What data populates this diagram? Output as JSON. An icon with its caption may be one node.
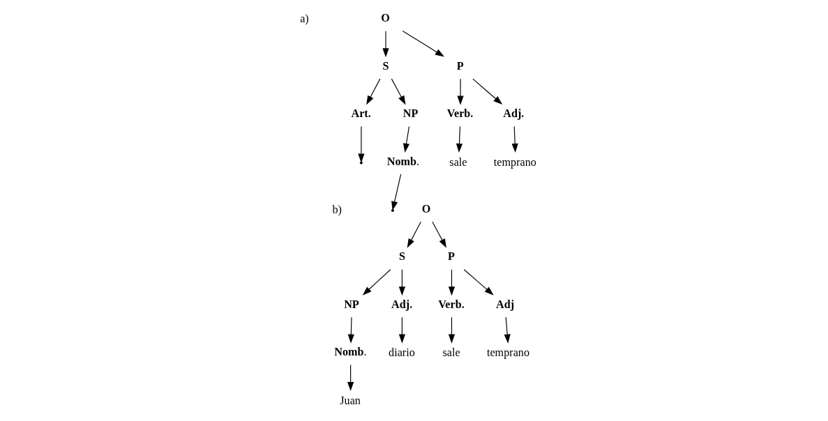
{
  "diagram": {
    "nodes": [
      {
        "text": [
          "O"
        ]
      },
      {
        "text": [
          "S"
        ]
      },
      {
        "text": [
          "P"
        ]
      },
      {
        "text": [
          "Art."
        ]
      },
      {
        "text": [
          "NP"
        ]
      },
      {
        "text": [
          "Verb."
        ]
      },
      {
        "text": [
          "Adj."
        ]
      },
      {
        "text": [],
        "shape": "point"
      },
      {
        "text": [
          "**Nomb**."
        ]
      },
      {
        "text": [
          "sale"
        ]
      },
      {
        "text": [
          "temprano"
        ]
      },
      {
        "text": [],
        "shape": "point"
      },
      {
        "text": [
          "O"
        ]
      },
      {
        "text": [
          "S"
        ]
      },
      {
        "text": [
          "P"
        ]
      },
      {
        "text": [
          "NP"
        ]
      },
      {
        "text": [
          "Adj."
        ]
      },
      {
        "text": [
          "Verb."
        ]
      },
      {
        "text": [
          "Adj"
        ]
      },
      {
        "text": [
          "**Nomb**."
        ]
      },
      {
        "text": [
          "diario"
        ]
      },
      {
        "text": [
          "sale"
        ]
      },
      {
        "text": [
          "temprano"
        ]
      },
      {
        "text": [
          "Juan"
        ]
      }
    ],
    "edges": [
      {
        "from": 0,
        "to": 1,
        "arrow": "to"
      },
      {
        "from": 0,
        "to": 2,
        "arrow": "to"
      },
      {
        "from": 1,
        "to": 3,
        "arrow": "to"
      },
      {
        "from": 1,
        "to": 4,
        "arrow": "to"
      },
      {
        "from": 2,
        "to": 5,
        "arrow": "to"
      },
      {
        "from": 2,
        "to": 6,
        "arrow": "to"
      },
      {
        "from": 3,
        "to": 7,
        "arrow": "to"
      },
      {
        "from": 4,
        "to": 8,
        "arrow": "to"
      },
      {
        "from": 5,
        "to": 9,
        "arrow": "to"
      },
      {
        "from": 6,
        "to": 10,
        "arrow": "to"
      },
      {
        "from": 8,
        "to": 11,
        "arrow": "to"
      },
      {
        "from": 12,
        "to": 13,
        "arrow": "to"
      },
      {
        "from": 12,
        "to": 14,
        "arrow": "to"
      },
      {
        "from": 13,
        "to": 15,
        "arrow": "to"
      },
      {
        "from": 13,
        "to": 16,
        "arrow": "to"
      },
      {
        "from": 14,
        "to": 17,
        "arrow": "to"
      },
      {
        "from": 14,
        "to": 18,
        "arrow": "to"
      },
      {
        "from": 15,
        "to": 19,
        "arrow": "to"
      },
      {
        "from": 16,
        "to": 20,
        "arrow": "to"
      },
      {
        "from": 17,
        "to": 21,
        "arrow": "to"
      },
      {
        "from": 18,
        "to": 22,
        "arrow": "to"
      },
      {
        "from": 19,
        "to": 23,
        "arrow": "to"
      }
    ],
    "labels": [
      "a)",
      "b)"
    ]
  }
}
